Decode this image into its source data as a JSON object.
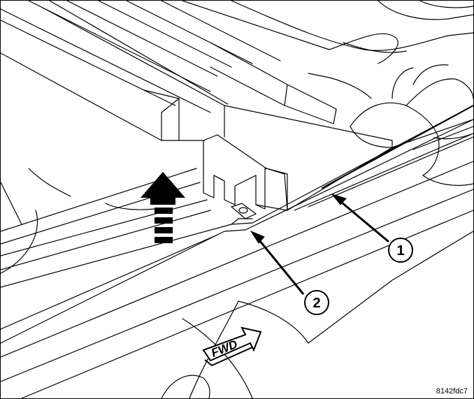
{
  "diagram": {
    "callouts": [
      {
        "number": "1",
        "label": "1"
      },
      {
        "number": "2",
        "label": "2"
      }
    ],
    "fwd_label": "FWD",
    "figure_code": "8142fdc7",
    "colors": {
      "line": "#000000",
      "background": "#ffffff",
      "arrow": "#000000"
    }
  }
}
